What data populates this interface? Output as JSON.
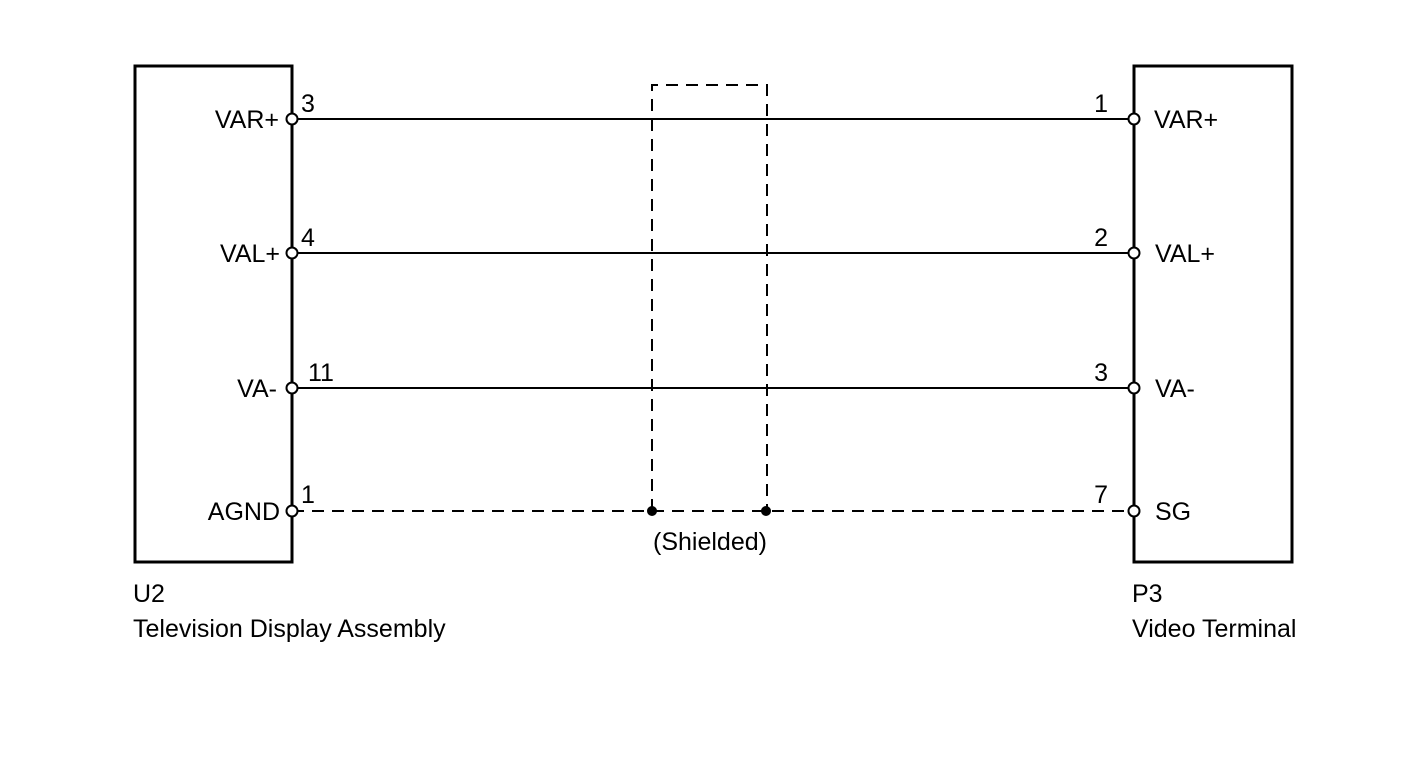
{
  "left_component": {
    "id": "U2",
    "name": "Television Display Assembly",
    "pins": [
      {
        "label": "VAR+",
        "number": "3"
      },
      {
        "label": "VAL+",
        "number": "4"
      },
      {
        "label": "VA-",
        "number": "11"
      },
      {
        "label": "AGND",
        "number": "1"
      }
    ]
  },
  "right_component": {
    "id": "P3",
    "name": "Video Terminal",
    "pins": [
      {
        "label": "VAR+",
        "number": "1"
      },
      {
        "label": "VAL+",
        "number": "2"
      },
      {
        "label": "VA-",
        "number": "3"
      },
      {
        "label": "SG",
        "number": "7"
      }
    ]
  },
  "shield": {
    "label": "(Shielded)"
  },
  "colors": {
    "line": "#000000",
    "background": "#ffffff"
  }
}
